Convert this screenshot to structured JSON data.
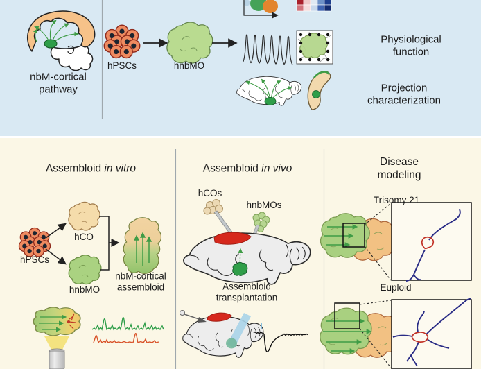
{
  "top": {
    "pathway_label": "nbM-cortical\npathway",
    "hpscs_label": "hPSCs",
    "hnbmo_label": "hnbMO",
    "physiological_label": "Physiological function",
    "projection_label": "Projection characterization"
  },
  "bottom": {
    "invitro": {
      "title_text": "Assembloid",
      "title_italic": "in vitro",
      "hpscs_label": "hPSCs",
      "hco_label": "hCO",
      "hnbmo_label": "hnbMO",
      "assembloid_label": "nbM-cortical\nassembloid"
    },
    "invivo": {
      "title_text": "Assembloid",
      "title_italic": "in vivo",
      "hcos_label": "hCOs",
      "hnbmos_label": "hnbMOs",
      "transplant_label": "Assembloid\ntransplantation"
    },
    "disease": {
      "title": "Disease modeling",
      "trisomy_label": "Trisomy 21",
      "euploid_label": "Euploid"
    }
  },
  "palette": {
    "top_background": "#d9e9f3",
    "bottom_background": "#fbf7e6",
    "cortex_orange": "#f6c289",
    "organoid_green": "#aad281",
    "organoid_tan": "#f5dcab",
    "nbm_green": "#2f9e49",
    "hpsc_cell_orange": "#ee8a60",
    "graft_red": "#d6281c",
    "axon_blue": "#2a2c86",
    "neuron_red": "#c23227",
    "trace_green": "#2f9e49",
    "trace_orange": "#d9542b",
    "light_beam_blue": "#a9d3e8",
    "mouse_brain_gray": "#ededed"
  }
}
